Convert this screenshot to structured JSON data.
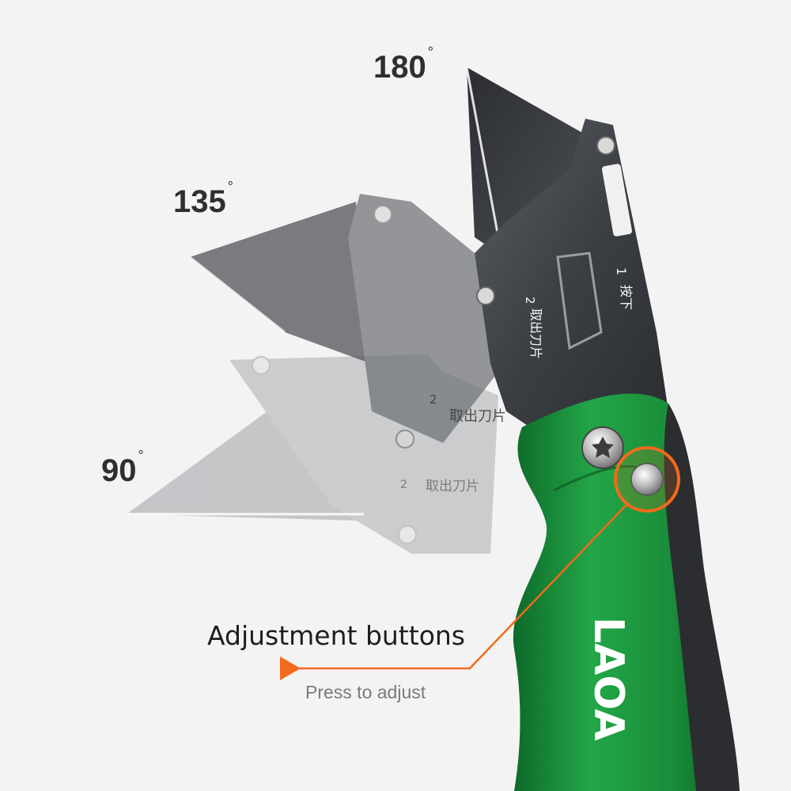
{
  "angles": {
    "a180": "180",
    "a135": "135",
    "a90": "90",
    "degree_symbol": "°"
  },
  "callout": {
    "title": "Adjustment buttons",
    "subtitle": "Press to adjust"
  },
  "blade_text": {
    "remove_blade": "取出刀片",
    "press_down": "按下",
    "step_1": "1",
    "step_2": "2"
  },
  "brand": {
    "name": "LAOA"
  },
  "colors": {
    "background": "#f3f3f3",
    "handle_green": "#1f9c3e",
    "handle_dark_green": "#0f6b2a",
    "blade_metal": "#3a3d42",
    "accent_orange": "#f26a1b"
  }
}
